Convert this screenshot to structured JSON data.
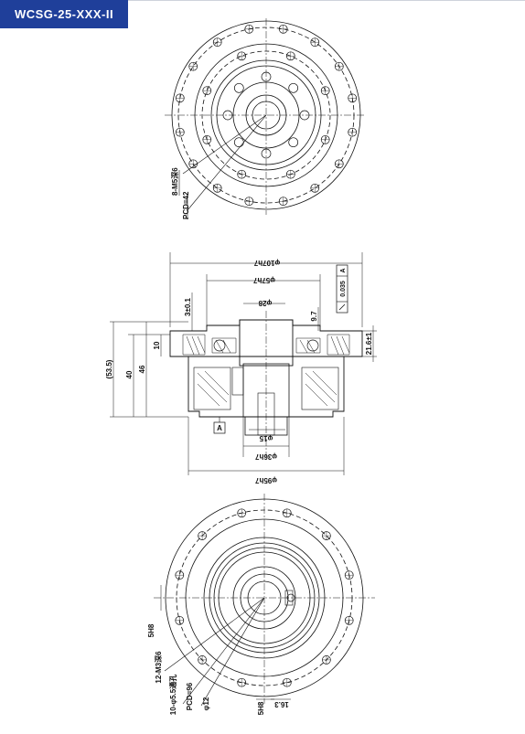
{
  "header": {
    "model": "WCSG-25-XXX-II",
    "accent_color": "#1f3f9a"
  },
  "top_view": {
    "bolt_label": "8-M5深6",
    "pcd_label": "PCD=42"
  },
  "section_view": {
    "outer_dia": "φ107h7",
    "flange_dia": "φ57h7",
    "hub_dia": "φ28",
    "bore_dia": "φ15",
    "boss_dia": "φ36h7",
    "body_dia": "φ95h7",
    "dim_3": "3±0.1",
    "dim_9_7": "9.7",
    "dim_21_6": "21.6±1",
    "dim_10": "10",
    "dim_40": "40",
    "dim_46": "46",
    "dim_overall": "(53.5)",
    "flatness": "0.035",
    "datum": "A"
  },
  "bottom_view": {
    "pin_fit": "5H8",
    "thread_label": "12-M3深6",
    "hole_label": "10-φ5.5通孔",
    "pcd_label": "PCD=96",
    "keyway_dia": "φ12",
    "key_width": "5H8",
    "dim_16_3": "16.3"
  }
}
